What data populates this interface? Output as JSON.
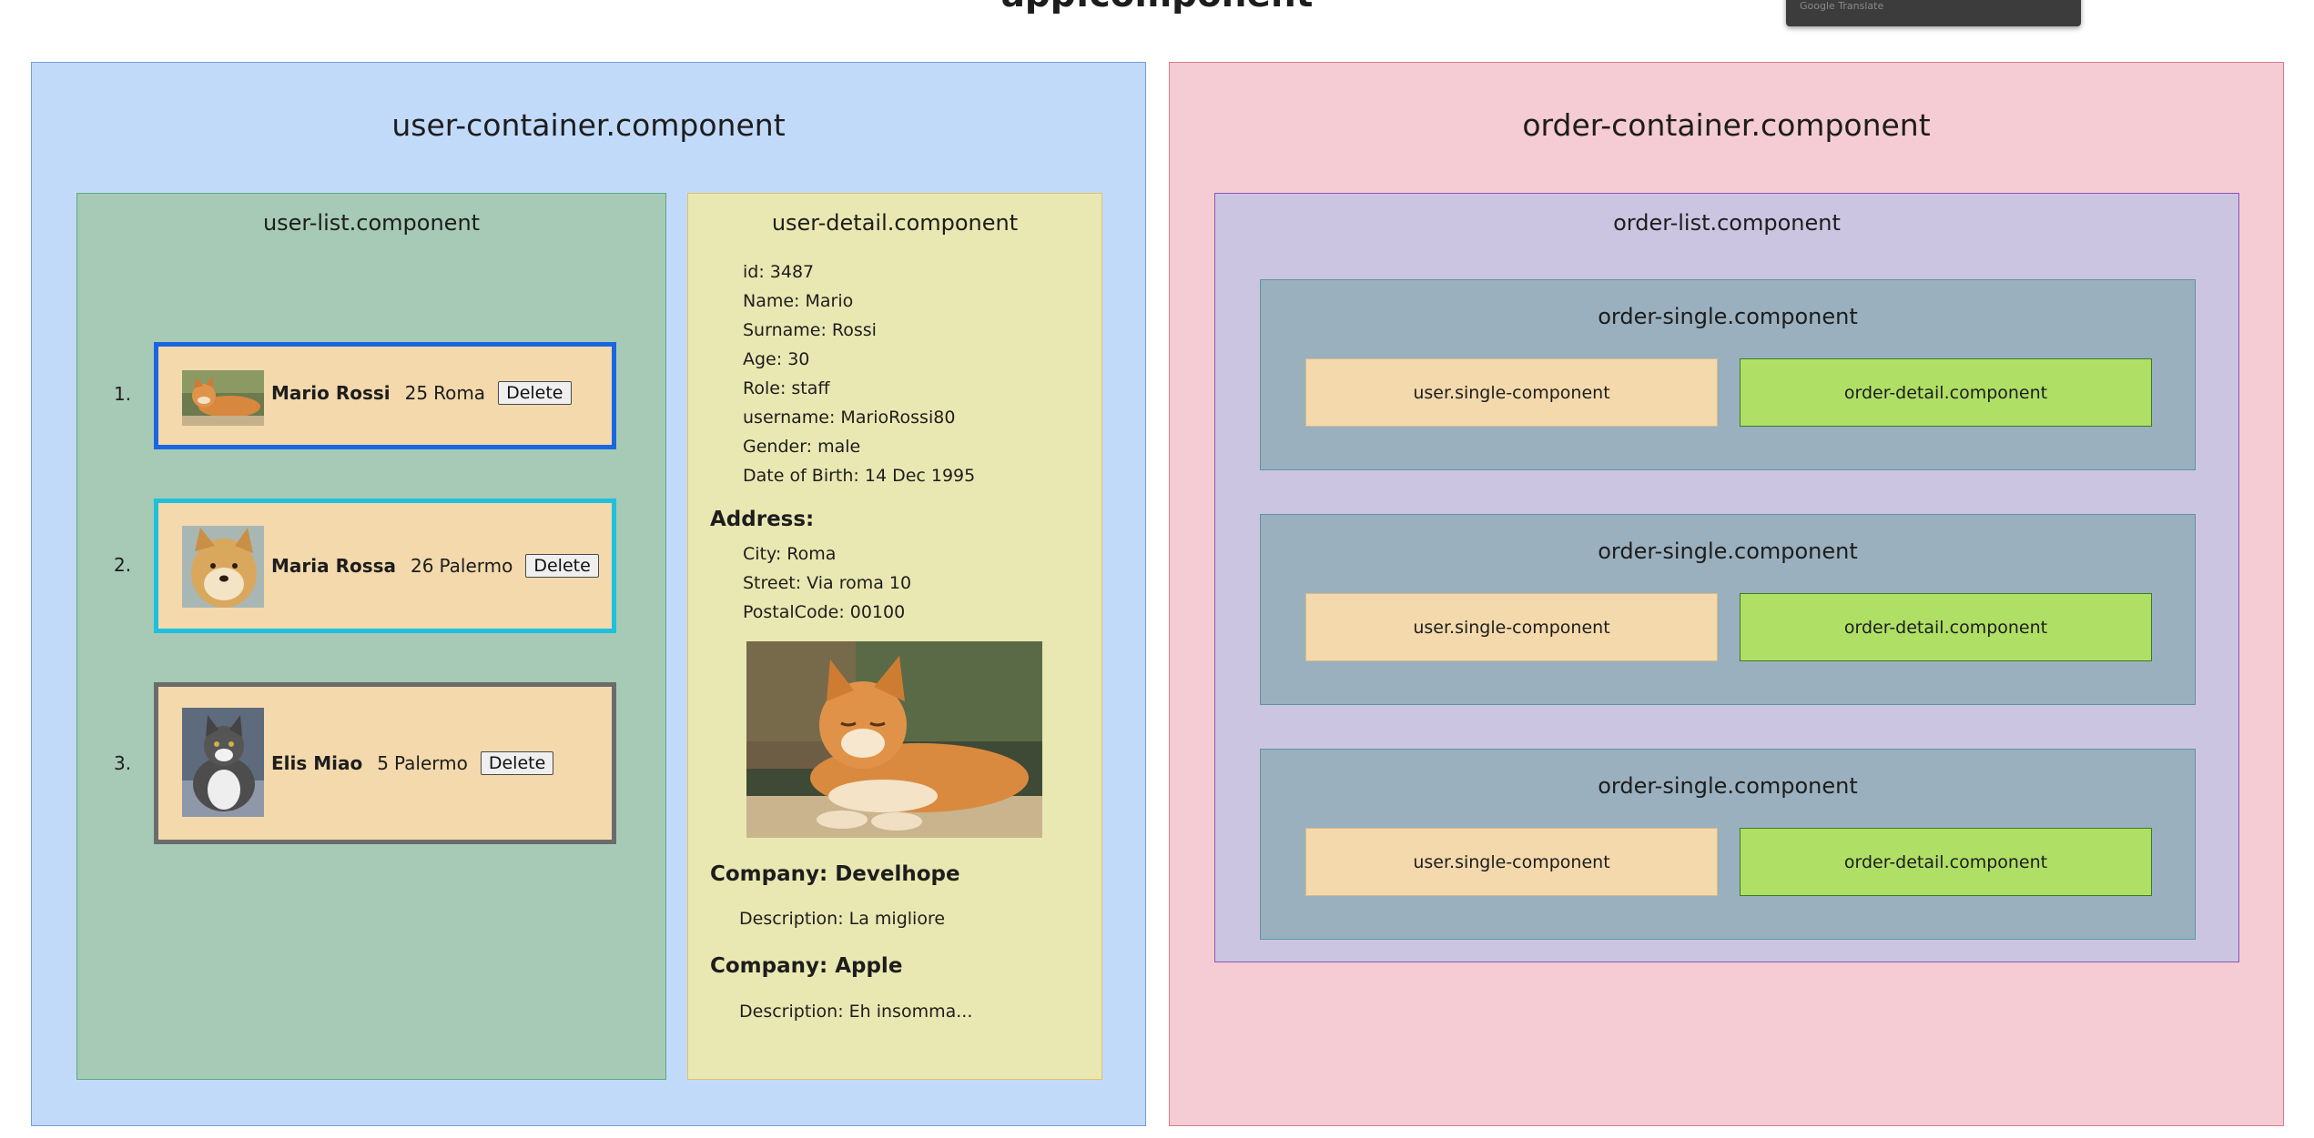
{
  "app": {
    "title": "app.component"
  },
  "translate_popup": {
    "label": "Google Translate"
  },
  "user_container": {
    "title": "user-container.component",
    "user_list": {
      "title": "user-list.component",
      "delete_label": "Delete",
      "users": [
        {
          "index": "1.",
          "name": "Mario Rossi",
          "age": "25",
          "city": "Roma",
          "border_color": "#1a66e0"
        },
        {
          "index": "2.",
          "name": "Maria Rossa",
          "age": "26",
          "city": "Palermo",
          "border_color": "#1fc0dc"
        },
        {
          "index": "3.",
          "name": "Elis Miao",
          "age": "5",
          "city": "Palermo",
          "border_color": "#6b6b6b"
        }
      ]
    },
    "user_detail": {
      "title": "user-detail.component",
      "fields": [
        "id: 3487",
        "Name: Mario",
        "Surname: Rossi",
        "Age: 30",
        "Role: staff",
        "username: MarioRossi80",
        "Gender: male",
        "Date of Birth: 14 Dec 1995"
      ],
      "address_heading": "Address:",
      "address": [
        "City: Roma",
        "Street: Via roma 10",
        "PostalCode: 00100"
      ],
      "companies": [
        {
          "heading": "Company: Develhope",
          "description": "Description: La migliore"
        },
        {
          "heading": "Company: Apple",
          "description": "Description: Eh insomma..."
        }
      ]
    }
  },
  "order_container": {
    "title": "order-container.component",
    "order_list": {
      "title": "order-list.component",
      "orders": [
        {
          "title": "order-single.component",
          "user_single": "user.single-component",
          "order_detail": "order-detail.component"
        },
        {
          "title": "order-single.component",
          "user_single": "user.single-component",
          "order_detail": "order-detail.component"
        },
        {
          "title": "order-single.component",
          "user_single": "user.single-component",
          "order_detail": "order-detail.component"
        }
      ]
    }
  }
}
